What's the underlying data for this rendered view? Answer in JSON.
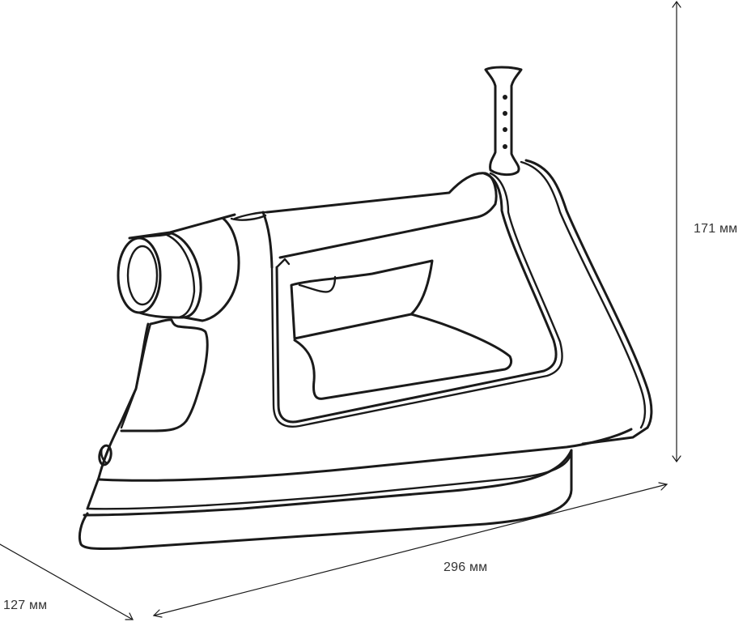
{
  "diagram": {
    "subject": "Steam iron",
    "view": "Isometric line drawing with overall dimensions",
    "line_color": "#1a1a1a",
    "background_color": "#ffffff",
    "dimensions": {
      "height": {
        "label": "171 мм",
        "value": 171,
        "unit": "мм",
        "axis": "vertical"
      },
      "length": {
        "label": "296 мм",
        "value": 296,
        "unit": "мм",
        "axis": "diagonal-length"
      },
      "width": {
        "label": "127 мм",
        "value": 127,
        "unit": "мм",
        "axis": "diagonal-depth"
      }
    },
    "parts": [
      "cord-guard",
      "handle",
      "temperature-dial",
      "water-tank",
      "spray-button",
      "body-shell",
      "soleplate"
    ]
  }
}
